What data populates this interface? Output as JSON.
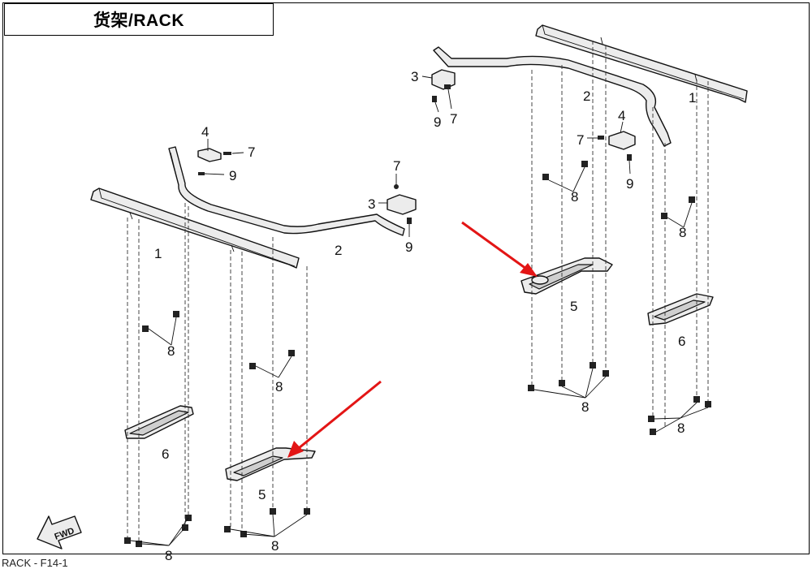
{
  "header": {
    "title": "货架/RACK"
  },
  "footer": {
    "page_label": "RACK - F14-1"
  },
  "fwd_indicator": {
    "text": "FWD"
  },
  "parts": {
    "p1": "1",
    "p2": "2",
    "p3": "3",
    "p4": "4",
    "p5": "5",
    "p6": "6",
    "p7": "7",
    "p8": "8",
    "p9": "9"
  },
  "colors": {
    "callout_arrow": "#e31515",
    "line": "#111111"
  }
}
